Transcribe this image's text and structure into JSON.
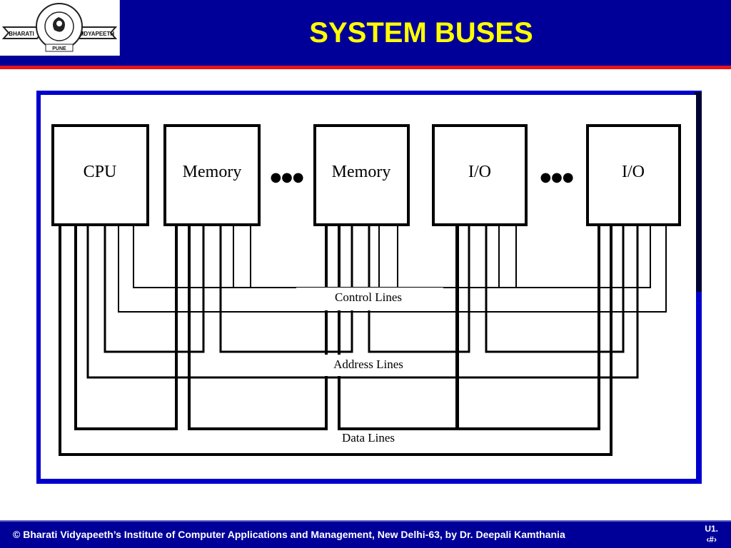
{
  "header": {
    "title": "SYSTEM BUSES",
    "logo": {
      "top_text": "BHARATI VIDYAPEETH",
      "left_text": "BHARATI",
      "right_text": "VIDYAPEETH",
      "bottom_text": "PUNE",
      "description": "Bharati Vidyapeeth seal logo"
    }
  },
  "diagram": {
    "modules": [
      {
        "label": "CPU"
      },
      {
        "label": "Memory"
      },
      {
        "label": "Memory"
      },
      {
        "label": "I/O"
      },
      {
        "label": "I/O"
      }
    ],
    "ellipsis_symbol": "●●●",
    "bus_labels": {
      "control": "Control Lines",
      "address": "Address Lines",
      "data": "Data Lines"
    }
  },
  "footer": {
    "copyright": "© Bharati Vidyapeeth’s Institute of Computer Applications and Management, New Delhi-63, by Dr. Deepali Kamthania",
    "slide_number_line1": "U1.",
    "slide_number_line2": "‹#›"
  },
  "colors": {
    "header_blue": "#000099",
    "title_yellow": "#ffff00",
    "red_rule": "#e8141b",
    "frame_blue": "#0000cc"
  }
}
